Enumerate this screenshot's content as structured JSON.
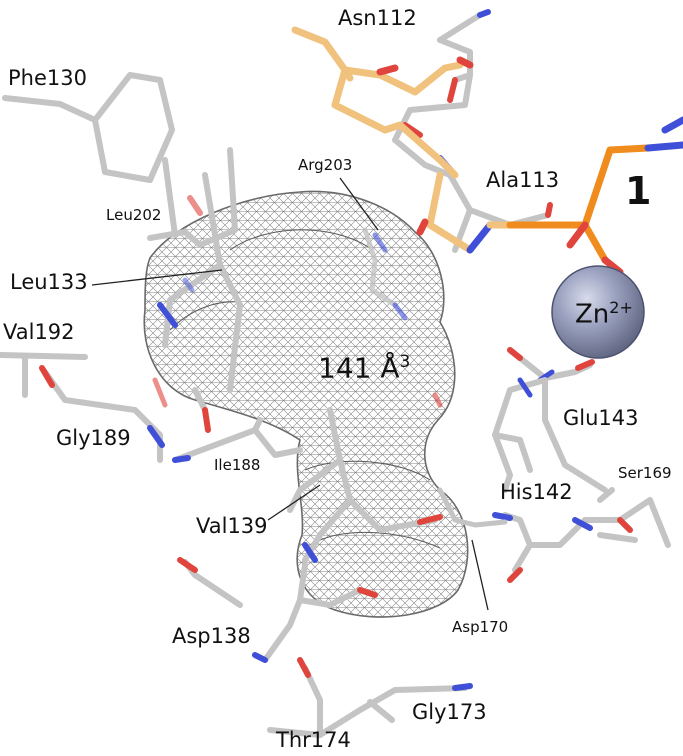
{
  "colors": {
    "carbon": "#c4c4c4",
    "nitrogen": "#3f4fd8",
    "oxygen": "#e0453d",
    "ligand_carbon": "#f1c27d",
    "phosphorus": "#f08c1e",
    "zinc": "#8c93b3",
    "mesh": "#6e6e6e"
  },
  "labels": {
    "asn112": "Asn112",
    "phe130": "Phe130",
    "arg203": "Arg203",
    "ala113": "Ala113",
    "compound": "1",
    "leu202": "Leu202",
    "leu133": "Leu133",
    "zn": "Zn",
    "zn_charge": "2+",
    "val192": "Val192",
    "pocket_volume": "141 Å",
    "pocket_volume_exp": "3",
    "glu143": "Glu143",
    "gly189": "Gly189",
    "ile188": "Ile188",
    "ser169": "Ser169",
    "his142": "His142",
    "val139": "Val139",
    "asp170": "Asp170",
    "asp138": "Asp138",
    "gly173": "Gly173",
    "thr174": "Thr174"
  }
}
